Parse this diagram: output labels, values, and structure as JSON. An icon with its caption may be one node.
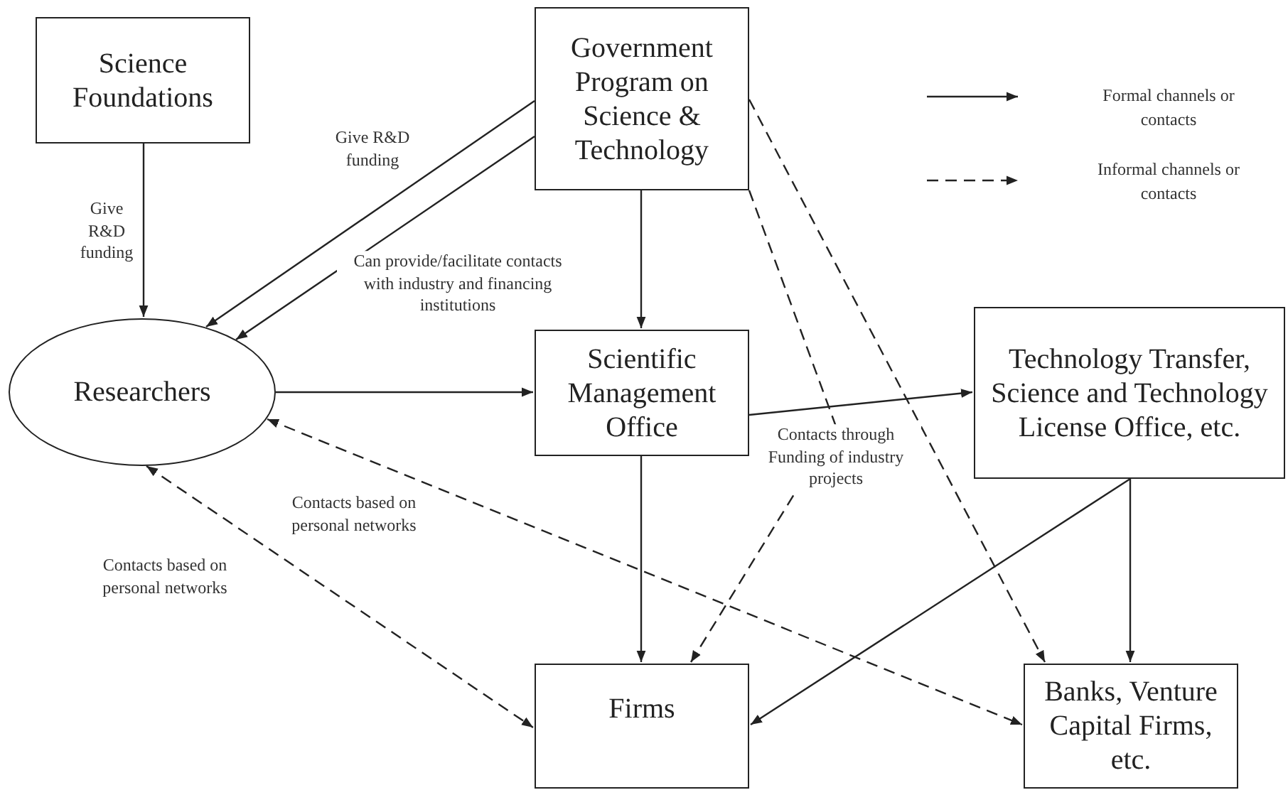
{
  "diagram": {
    "nodes": [
      {
        "text": [
          "Science Foundations"
        ]
      },
      {
        "text": [
          "Government Program on Science & Technology"
        ]
      },
      {
        "text": [
          "Researchers"
        ]
      },
      {
        "text": [
          "Scientific Management Office"
        ]
      },
      {
        "text": [
          "Technology Transfer, Science and Technology License Office, etc."
        ]
      },
      {
        "text": [
          "Firms"
        ]
      },
      {
        "text": [
          "Banks, Venture Capital Firms, etc."
        ]
      }
    ],
    "edges": [
      {
        "from": 0,
        "to": 2,
        "arrow": "to",
        "label": "Give R&D funding"
      },
      {
        "from": 1,
        "to": 2,
        "arrow": "to",
        "label": "Give R&D funding"
      },
      {
        "from": 1,
        "to": 2,
        "arrow": "to",
        "label": "Can provide/facilitate contacts with industry and financing institutions"
      },
      {
        "from": 1,
        "to": 3,
        "arrow": "to"
      },
      {
        "from": 2,
        "to": 3,
        "arrow": "to"
      },
      {
        "from": 3,
        "to": 4,
        "arrow": "to"
      },
      {
        "from": 3,
        "to": 5,
        "arrow": "to"
      },
      {
        "from": 1,
        "to": 5,
        "arrow": "to",
        "style": "dashed",
        "label": "Contacts through Funding of industry projects"
      },
      {
        "from": 1,
        "to": 6,
        "arrow": "to",
        "style": "dashed"
      },
      {
        "from": 2,
        "to": 5,
        "arrow": "both",
        "style": "dashed",
        "label": "Contacts based on personal networks"
      },
      {
        "from": 2,
        "to": 6,
        "arrow": "both",
        "style": "dashed",
        "label": "Contacts based on personal networks"
      },
      {
        "from": 4,
        "to": 5,
        "arrow": "to"
      },
      {
        "from": 4,
        "to": 6,
        "arrow": "to"
      }
    ],
    "legend": [
      {
        "text": "Formal channels or contacts"
      },
      {
        "text": "Informal channels or contacts"
      }
    ]
  }
}
